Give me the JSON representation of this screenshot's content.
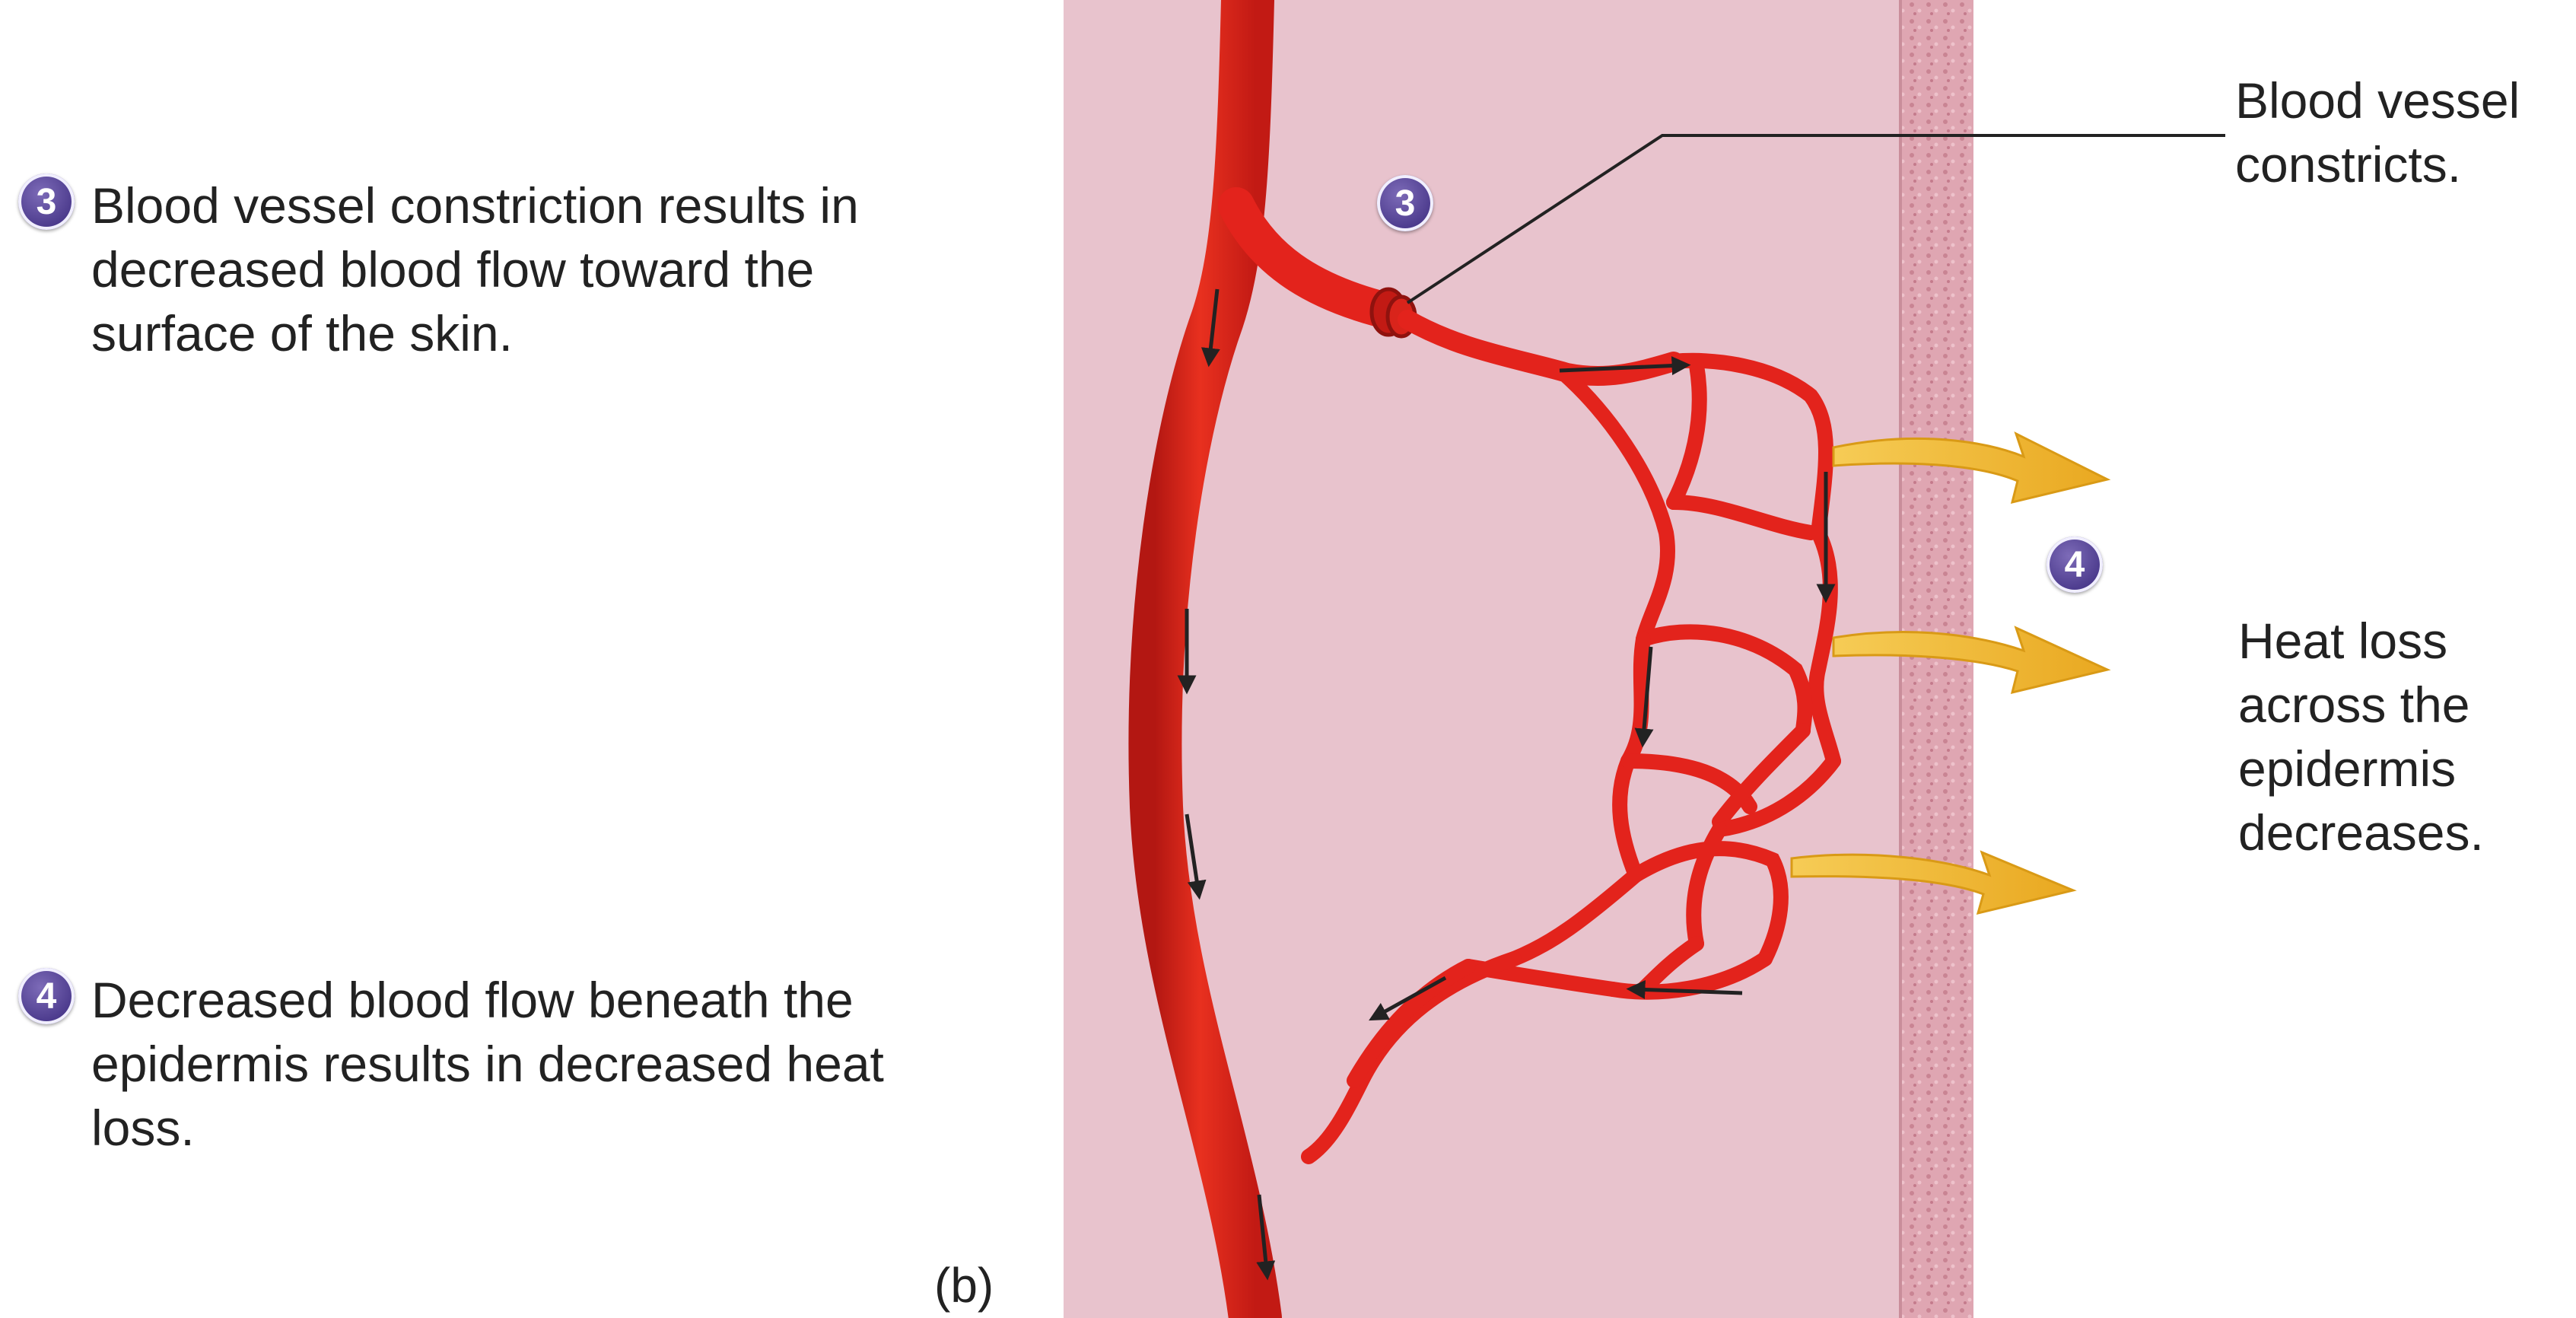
{
  "steps": [
    {
      "number": "3",
      "text": "Blood vessel constriction results in decreased blood flow toward the surface of the skin."
    },
    {
      "number": "4",
      "text": "Decreased blood flow beneath the epidermis results in decreased heat loss."
    }
  ],
  "diagram": {
    "callout_constricts": "Blood vessel constricts.",
    "callout_heat": "Heat loss across the epidermis decreases.",
    "marker_3": "3",
    "marker_4": "4",
    "panel_letter": "(b)",
    "colors": {
      "tissue": "#e8c3cd",
      "epidermis": "#e0a7b3",
      "vessel": "#e3231c",
      "vessel_dark": "#b31712",
      "heat_arrow": "#f3b72c",
      "badge": "#4b3a8c"
    }
  }
}
